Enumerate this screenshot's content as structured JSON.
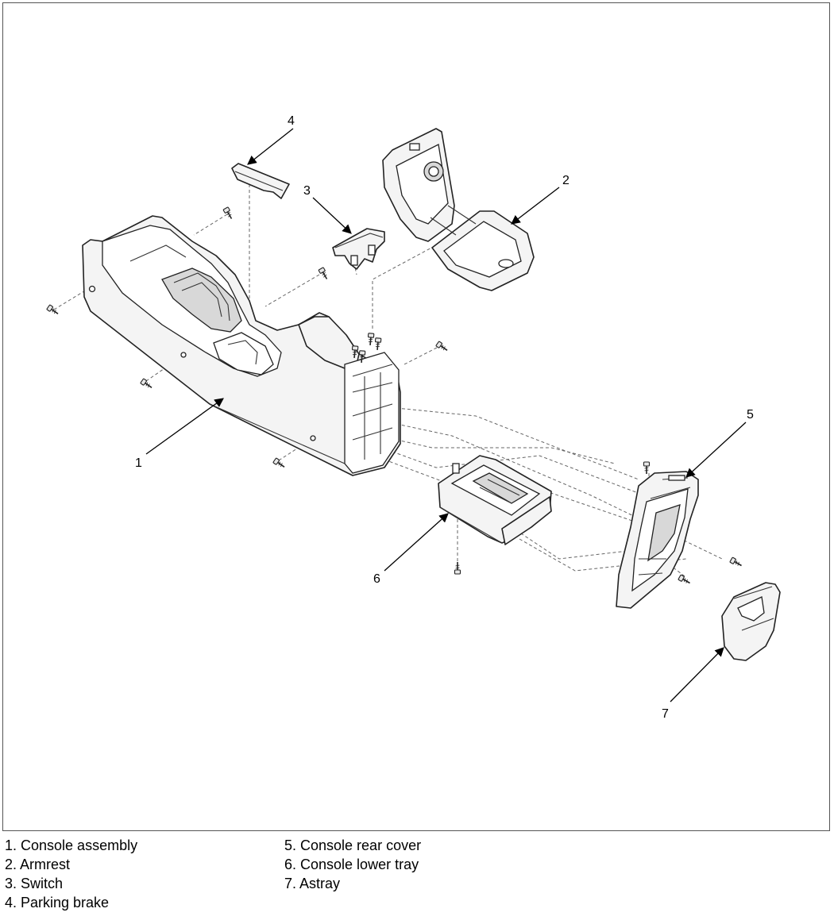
{
  "callouts": {
    "c1": "1",
    "c2": "2",
    "c3": "3",
    "c4": "4",
    "c5": "5",
    "c6": "6",
    "c7": "7"
  },
  "legend": {
    "left": [
      "1. Console assembly",
      "2. Armrest",
      "3. Switch",
      "4. Parking brake"
    ],
    "right": [
      "5. Console rear cover",
      "6. Console lower tray",
      "7. Astray"
    ]
  }
}
